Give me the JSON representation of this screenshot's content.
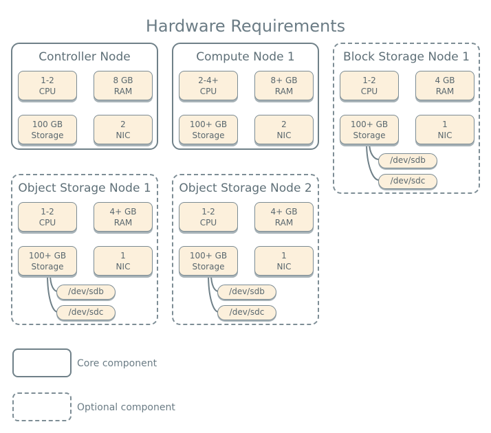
{
  "title": "Hardware Requirements",
  "nodes": {
    "controller": {
      "title": "Controller Node",
      "cpu": [
        "1-2",
        "CPU"
      ],
      "ram": [
        "8 GB",
        "RAM"
      ],
      "storage": [
        "100 GB",
        "Storage"
      ],
      "nic": [
        "2",
        "NIC"
      ]
    },
    "compute": {
      "title": "Compute Node 1",
      "cpu": [
        "2-4+",
        "CPU"
      ],
      "ram": [
        "8+ GB",
        "RAM"
      ],
      "storage": [
        "100+ GB",
        "Storage"
      ],
      "nic": [
        "2",
        "NIC"
      ]
    },
    "block": {
      "title": "Block Storage Node 1",
      "cpu": [
        "1-2",
        "CPU"
      ],
      "ram": [
        "4 GB",
        "RAM"
      ],
      "storage": [
        "100+ GB",
        "Storage"
      ],
      "nic": [
        "1",
        "NIC"
      ],
      "disks": [
        "/dev/sdb",
        "/dev/sdc"
      ]
    },
    "object1": {
      "title": "Object Storage Node 1",
      "cpu": [
        "1-2",
        "CPU"
      ],
      "ram": [
        "4+ GB",
        "RAM"
      ],
      "storage": [
        "100+ GB",
        "Storage"
      ],
      "nic": [
        "1",
        "NIC"
      ],
      "disks": [
        "/dev/sdb",
        "/dev/sdc"
      ]
    },
    "object2": {
      "title": "Object Storage Node 2",
      "cpu": [
        "1-2",
        "CPU"
      ],
      "ram": [
        "4+ GB",
        "RAM"
      ],
      "storage": [
        "100+ GB",
        "Storage"
      ],
      "nic": [
        "1",
        "NIC"
      ],
      "disks": [
        "/dev/sdb",
        "/dev/sdc"
      ]
    }
  },
  "legend": {
    "core": "Core component",
    "optional": "Optional component"
  },
  "colors": {
    "chip_fill": "#fcf0dc",
    "border": "#6f8088",
    "text": "#5a6b73"
  }
}
